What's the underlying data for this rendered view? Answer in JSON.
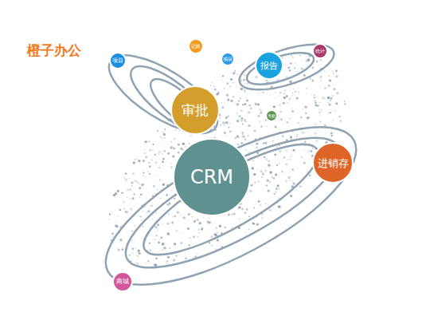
{
  "diagram": {
    "title": "橙子办公",
    "nodes": [
      {
        "text": [
          "记账"
        ]
      },
      {
        "text": [
          "统计"
        ]
      },
      {
        "text": [
          "项目"
        ]
      },
      {
        "text": [
          "项目"
        ]
      },
      {
        "text": [
          "报告"
        ]
      },
      {
        "text": [
          "审批"
        ]
      },
      {
        "text": [
          "考勤"
        ]
      },
      {
        "text": [
          "进销存"
        ]
      },
      {
        "text": [
          "CRM"
        ]
      },
      {
        "text": [
          "商城"
        ]
      }
    ]
  }
}
